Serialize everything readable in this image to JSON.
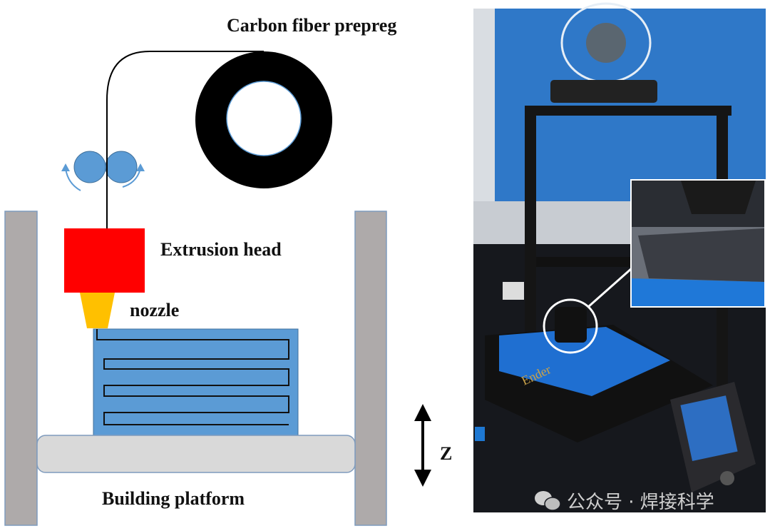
{
  "diagram": {
    "labels": {
      "material": "Carbon fiber prepreg",
      "head": "Extrusion head",
      "nozzle": "nozzle",
      "platform": "Building platform",
      "axis": "Z"
    },
    "colors": {
      "head": "#ff0000",
      "nozzle": "#ffc000",
      "part": "#5b9bd5",
      "rollers": "#5b9bd5",
      "walls": "#aeaaaa",
      "platform": "#d9d9d9"
    }
  },
  "photo": {
    "watermark": "公众号 · 焊接科学",
    "printer_brand": "Ender"
  }
}
